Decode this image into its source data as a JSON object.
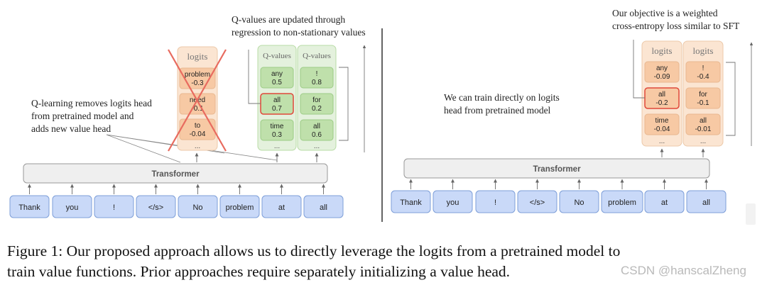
{
  "left": {
    "tokens": [
      "Thank",
      "you",
      "!",
      "</s>",
      "No",
      "problem",
      "at",
      "all"
    ],
    "transformer_label": "Transformer",
    "logits_header": "logits",
    "logits_cells": [
      {
        "word": "problem",
        "value": "-0.3"
      },
      {
        "word": "need",
        "value": "-0.1"
      },
      {
        "word": "to",
        "value": "-0.04"
      }
    ],
    "ellipsis": "...",
    "qvalues": [
      {
        "header": "Q-values",
        "cells": [
          {
            "word": "any",
            "value": "0.5"
          },
          {
            "word": "all",
            "value": "0.7"
          },
          {
            "word": "time",
            "value": "0.3"
          }
        ]
      },
      {
        "header": "Q-values",
        "cells": [
          {
            "word": "!",
            "value": "0.8"
          },
          {
            "word": "for",
            "value": "0.2"
          },
          {
            "word": "all",
            "value": "0.6"
          }
        ]
      }
    ],
    "annotation_top": [
      "Q-values are updated through",
      "regression to non-stationary values"
    ],
    "annotation_left": [
      "Q-learning removes logits head",
      "from pretrained model and",
      "adds new value head"
    ]
  },
  "right": {
    "tokens": [
      "Thank",
      "you",
      "!",
      "</s>",
      "No",
      "problem",
      "at",
      "all"
    ],
    "transformer_label": "Transformer",
    "columns": [
      {
        "header": "logits",
        "cells": [
          {
            "word": "any",
            "value": "-0.09"
          },
          {
            "word": "all",
            "value": "-0.2"
          },
          {
            "word": "time",
            "value": "-0.04"
          }
        ]
      },
      {
        "header": "logits",
        "cells": [
          {
            "word": "!",
            "value": "-0.4"
          },
          {
            "word": "for",
            "value": "-0.1"
          },
          {
            "word": "all",
            "value": "-0.01"
          }
        ]
      }
    ],
    "ellipsis": "...",
    "annotation_top": [
      "Our objective is a weighted",
      "cross-entropy loss similar to SFT"
    ],
    "annotation_mid": [
      "We can train directly on logits",
      "head from pretrained model"
    ]
  },
  "caption": {
    "line1": "Figure 1: Our proposed approach allows us to directly leverage the logits from a pretrained model to",
    "line2": "train value functions. Prior approaches require separately initializing a value head."
  },
  "watermark": "CSDN @hanscalZheng",
  "colors": {
    "token_fill": "#c9d9f8",
    "token_stroke": "#7e9fd8",
    "transformer_fill": "#efefef",
    "transformer_stroke": "#999999",
    "logits_col": "#fbe5d2",
    "logits_cell": "#f7c9a4",
    "logits_stroke": "#e8b890",
    "q_col": "#e4f1dd",
    "q_cell": "#bfe0ab",
    "q_stroke": "#9ccc86",
    "highlight": "#e0483a",
    "cross": "#e86b5f"
  }
}
